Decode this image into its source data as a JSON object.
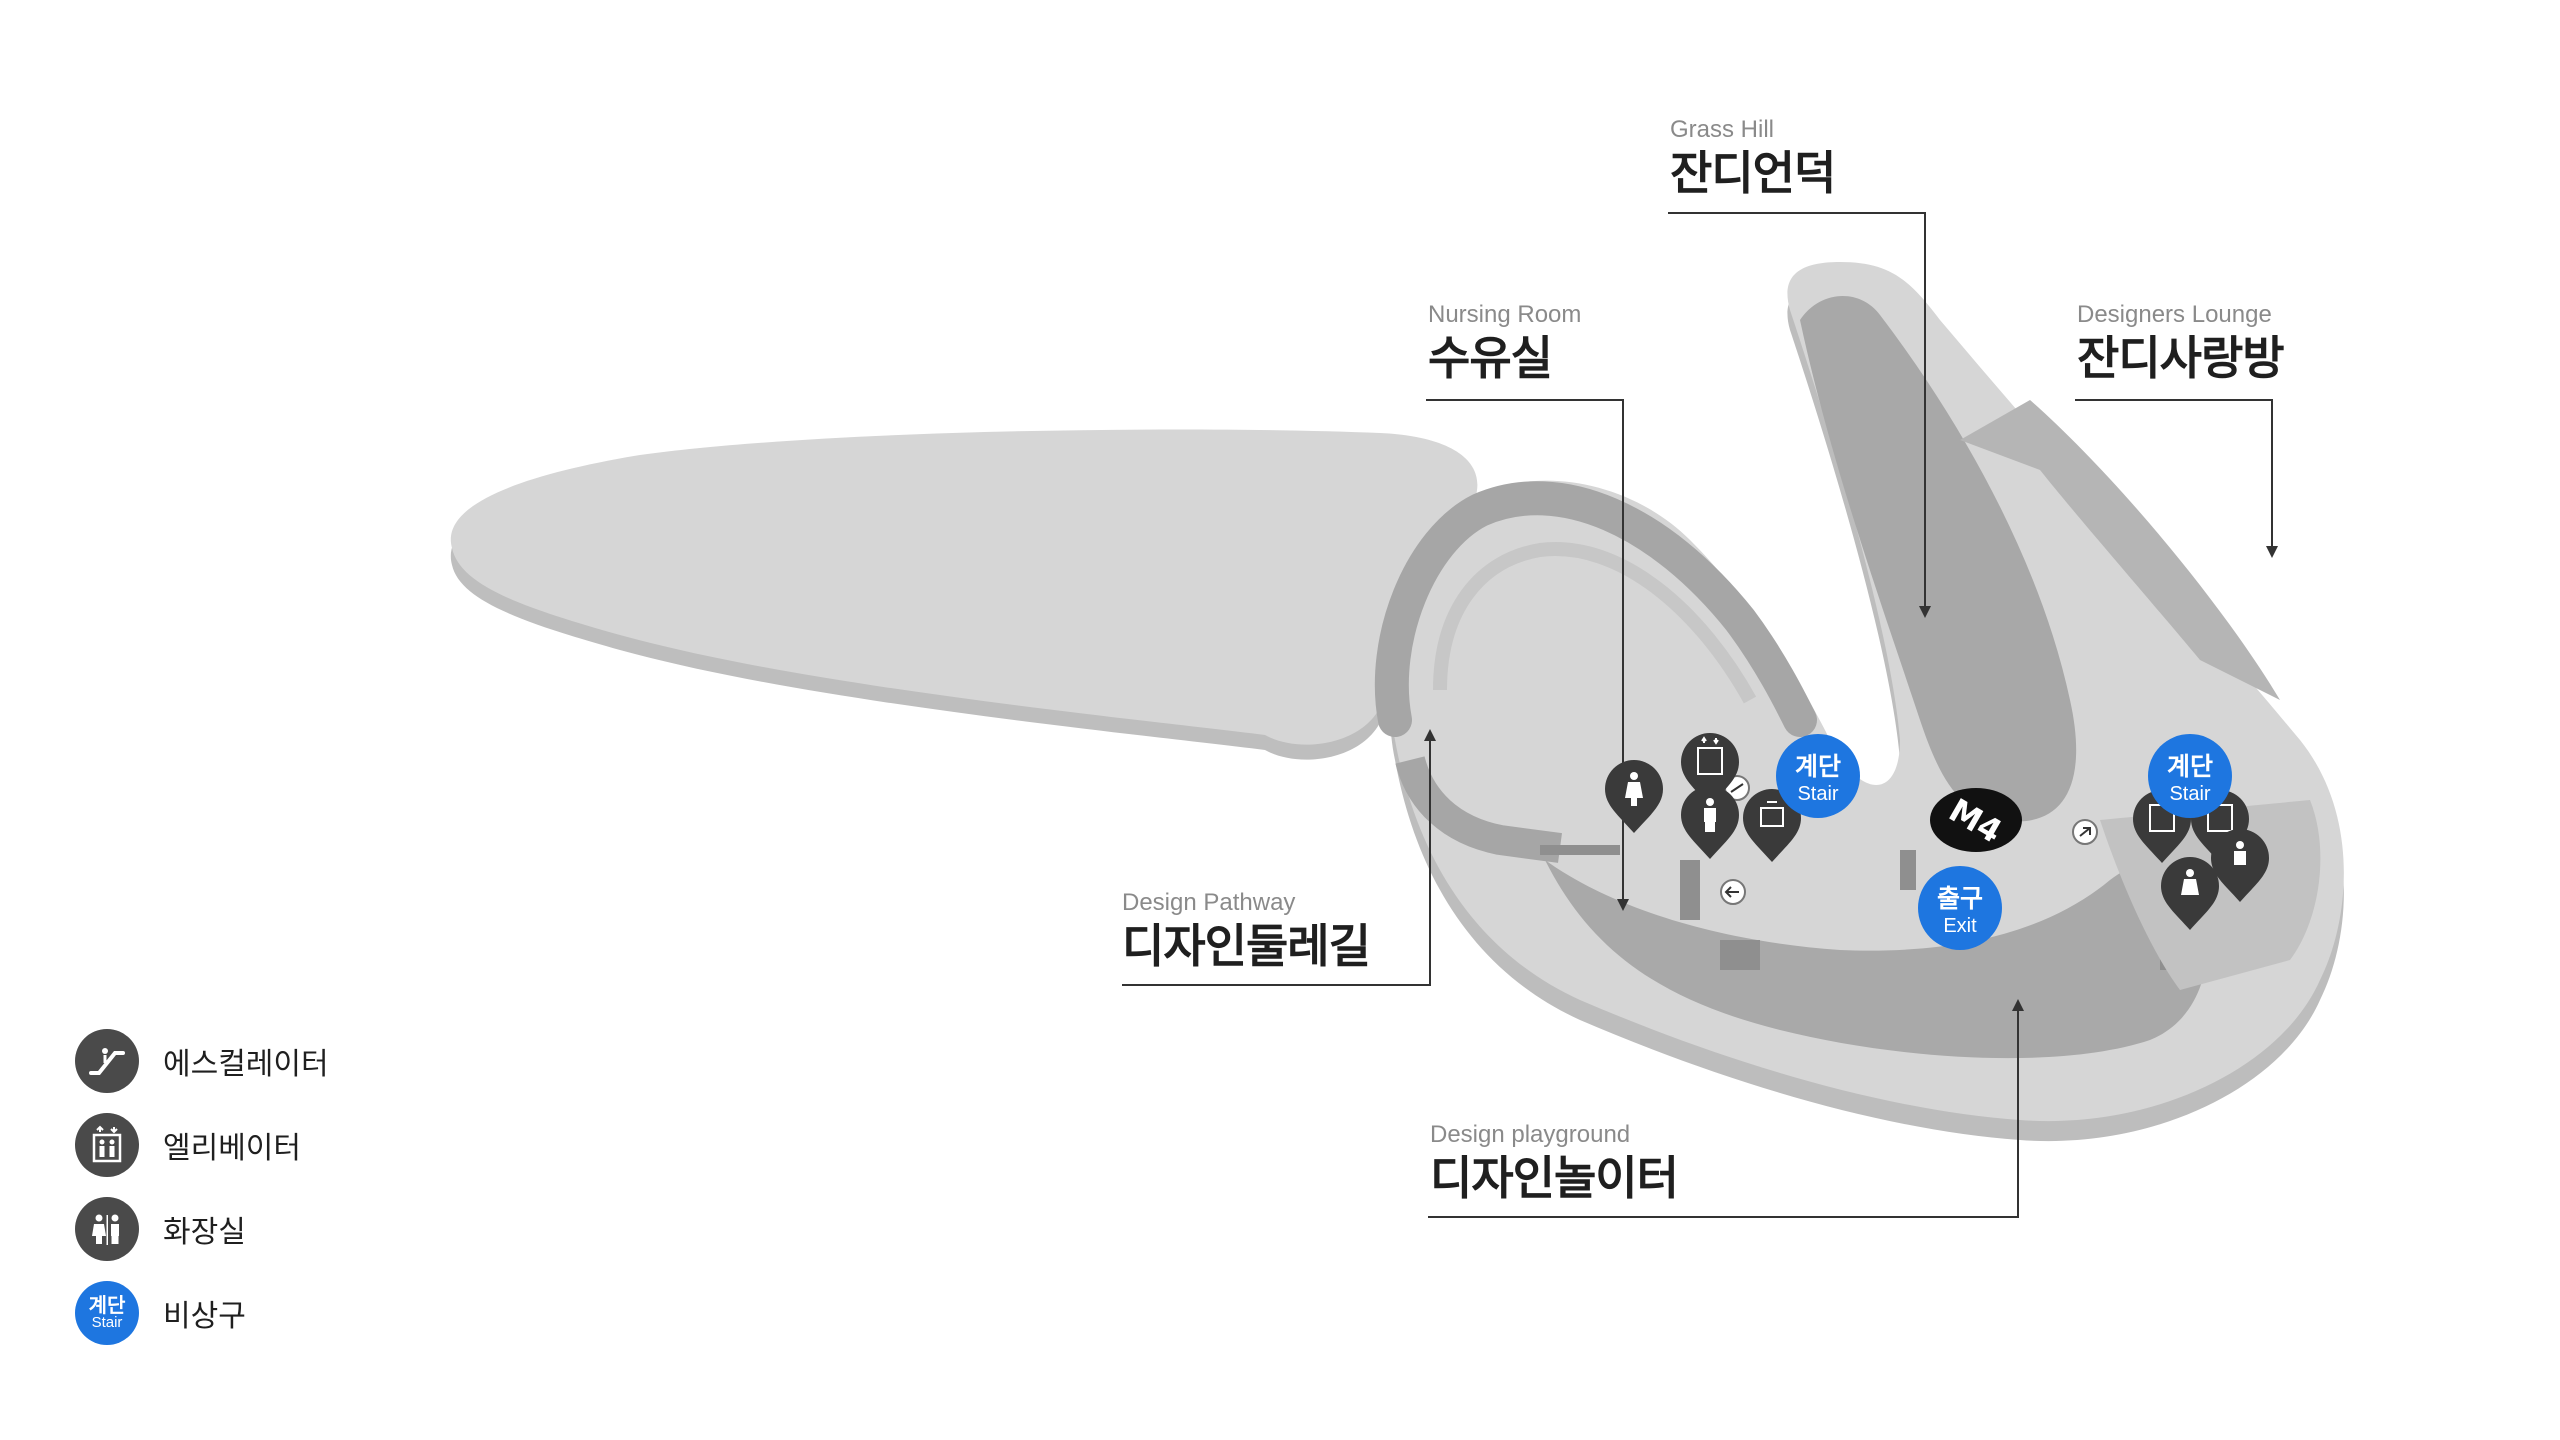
{
  "labels": {
    "grass_hill": {
      "en": "Grass Hill",
      "ko": "잔디언덕"
    },
    "nursing_room": {
      "en": "Nursing Room",
      "ko": "수유실"
    },
    "designers_lounge": {
      "en": "Designers Lounge",
      "ko": "잔디사랑방"
    },
    "design_pathway": {
      "en": "Design Pathway",
      "ko": "디자인둘레길"
    },
    "design_playground": {
      "en": "Design playground",
      "ko": "디자인놀이터"
    }
  },
  "markers": {
    "stair_left": {
      "ko": "계단",
      "en": "Stair"
    },
    "stair_right": {
      "ko": "계단",
      "en": "Stair"
    },
    "exit": {
      "ko": "출구",
      "en": "Exit"
    },
    "gate": "M4"
  },
  "legend": [
    {
      "icon": "escalator-icon",
      "label": "에스컬레이터"
    },
    {
      "icon": "elevator-icon",
      "label": "엘리베이터"
    },
    {
      "icon": "restroom-icon",
      "label": "화장실"
    },
    {
      "icon": "stair-icon",
      "label": "비상구",
      "badge_ko": "계단",
      "badge_en": "Stair"
    }
  ],
  "colors": {
    "floor_top": "#d6d6d6",
    "floor_side": "#bdbdbd",
    "floor_inner": "#a9a9a9",
    "pin": "#3a3a3a",
    "stair_badge": "#1e76e0",
    "leader_line": "#333333"
  }
}
